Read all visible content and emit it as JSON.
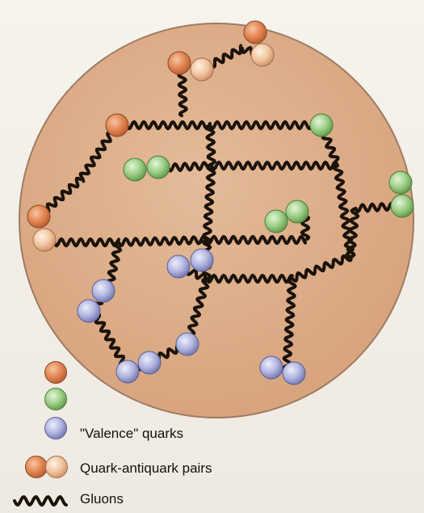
{
  "legend": {
    "valence_label": "\"Valence\" quarks",
    "pairs_label": "Quark-antiquark pairs",
    "gluons_label": "Gluons"
  },
  "colors": {
    "background": "#f3f0e8",
    "disk_fill": "#dfb08c",
    "disk_stroke": "#9d7b62",
    "gluon": "#1b1208",
    "orange_quark": "#e0814f",
    "peach_antiquark": "#efbc94",
    "green_quark": "#93c77e",
    "blue_quark": "#a9aedb"
  }
}
